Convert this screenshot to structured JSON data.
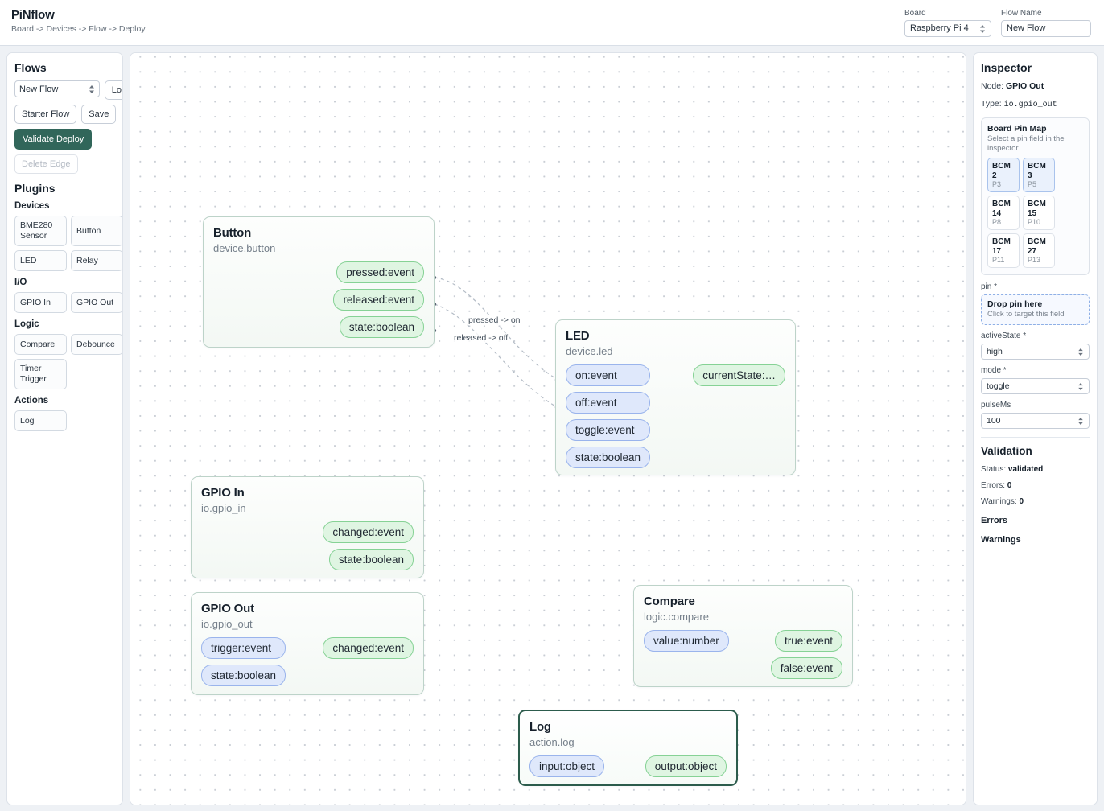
{
  "header": {
    "app_title": "PiNflow",
    "breadcrumb": "Board -> Devices -> Flow -> Deploy",
    "board_label": "Board",
    "board_value": "Raspberry Pi 4",
    "flow_name_label": "Flow Name",
    "flow_name_value": "New Flow"
  },
  "sidebar": {
    "flows_heading": "Flows",
    "flow_select_value": "New Flow",
    "load_button": "Lo",
    "starter_flow_button": "Starter Flow",
    "save_button": "Save",
    "validate_deploy_button": "Validate Deploy",
    "delete_edge_button": "Delete Edge",
    "plugins_heading": "Plugins",
    "groups": [
      {
        "title": "Devices",
        "items": [
          "BME280 Sensor",
          "Button",
          "LED",
          "Relay"
        ]
      },
      {
        "title": "I/O",
        "items": [
          "GPIO In",
          "GPIO Out"
        ]
      },
      {
        "title": "Logic",
        "items": [
          "Compare",
          "Debounce",
          "Timer Trigger"
        ]
      },
      {
        "title": "Actions",
        "items": [
          "Log"
        ]
      }
    ]
  },
  "canvas": {
    "nodes": [
      {
        "id": "button",
        "title": "Button",
        "type": "device.button",
        "inputs": [],
        "outputs": [
          "pressed:event",
          "released:event",
          "state:boolean"
        ],
        "selected": false
      },
      {
        "id": "led",
        "title": "LED",
        "type": "device.led",
        "inputs": [
          "on:event",
          "off:event",
          "toggle:event",
          "state:boolean"
        ],
        "outputs": [
          "currentState:…"
        ],
        "selected": false
      },
      {
        "id": "gpio_in",
        "title": "GPIO In",
        "type": "io.gpio_in",
        "inputs": [],
        "outputs": [
          "changed:event",
          "state:boolean"
        ],
        "selected": false
      },
      {
        "id": "gpio_out",
        "title": "GPIO Out",
        "type": "io.gpio_out",
        "inputs": [
          "trigger:event",
          "state:boolean"
        ],
        "outputs": [
          "changed:event"
        ],
        "selected": false
      },
      {
        "id": "compare",
        "title": "Compare",
        "type": "logic.compare",
        "inputs": [
          "value:number"
        ],
        "outputs": [
          "true:event",
          "false:event"
        ],
        "selected": false
      },
      {
        "id": "log",
        "title": "Log",
        "type": "action.log",
        "inputs": [
          "input:object"
        ],
        "outputs": [
          "output:object"
        ],
        "selected": true
      }
    ],
    "edges": [
      {
        "label": "pressed -> on"
      },
      {
        "label": "released -> off"
      }
    ]
  },
  "inspector": {
    "heading": "Inspector",
    "node_label": "Node:",
    "node_value": "GPIO Out",
    "type_label": "Type:",
    "type_value": "io.gpio_out",
    "pinmap": {
      "title": "Board Pin Map",
      "subtitle": "Select a pin field in the inspector",
      "pins": [
        {
          "bcm": "BCM 2",
          "phys": "P3",
          "available": true
        },
        {
          "bcm": "BCM 3",
          "phys": "P5",
          "available": true
        },
        {
          "bcm": "BCM 14",
          "phys": "P8",
          "available": false
        },
        {
          "bcm": "BCM 15",
          "phys": "P10",
          "available": false
        },
        {
          "bcm": "BCM 17",
          "phys": "P11",
          "available": false
        },
        {
          "bcm": "BCM 27",
          "phys": "P13",
          "available": false
        }
      ]
    },
    "pin_field_label": "pin *",
    "dropzone_title": "Drop pin here",
    "dropzone_sub": "Click to target this field",
    "active_state_label": "activeState *",
    "active_state_value": "high",
    "mode_label": "mode *",
    "mode_value": "toggle",
    "pulse_ms_label": "pulseMs",
    "pulse_ms_value": "100",
    "validation_heading": "Validation",
    "status_label": "Status:",
    "status_value": "validated",
    "errors_label": "Errors:",
    "errors_value": "0",
    "warnings_label": "Warnings:",
    "warnings_value": "0",
    "errors_heading": "Errors",
    "warnings_heading": "Warnings"
  },
  "colors": {
    "accent": "#31665a",
    "input_port": "#dfe8fb",
    "output_port": "#dff5e2",
    "selected_node_border": "#2c5c4c"
  }
}
